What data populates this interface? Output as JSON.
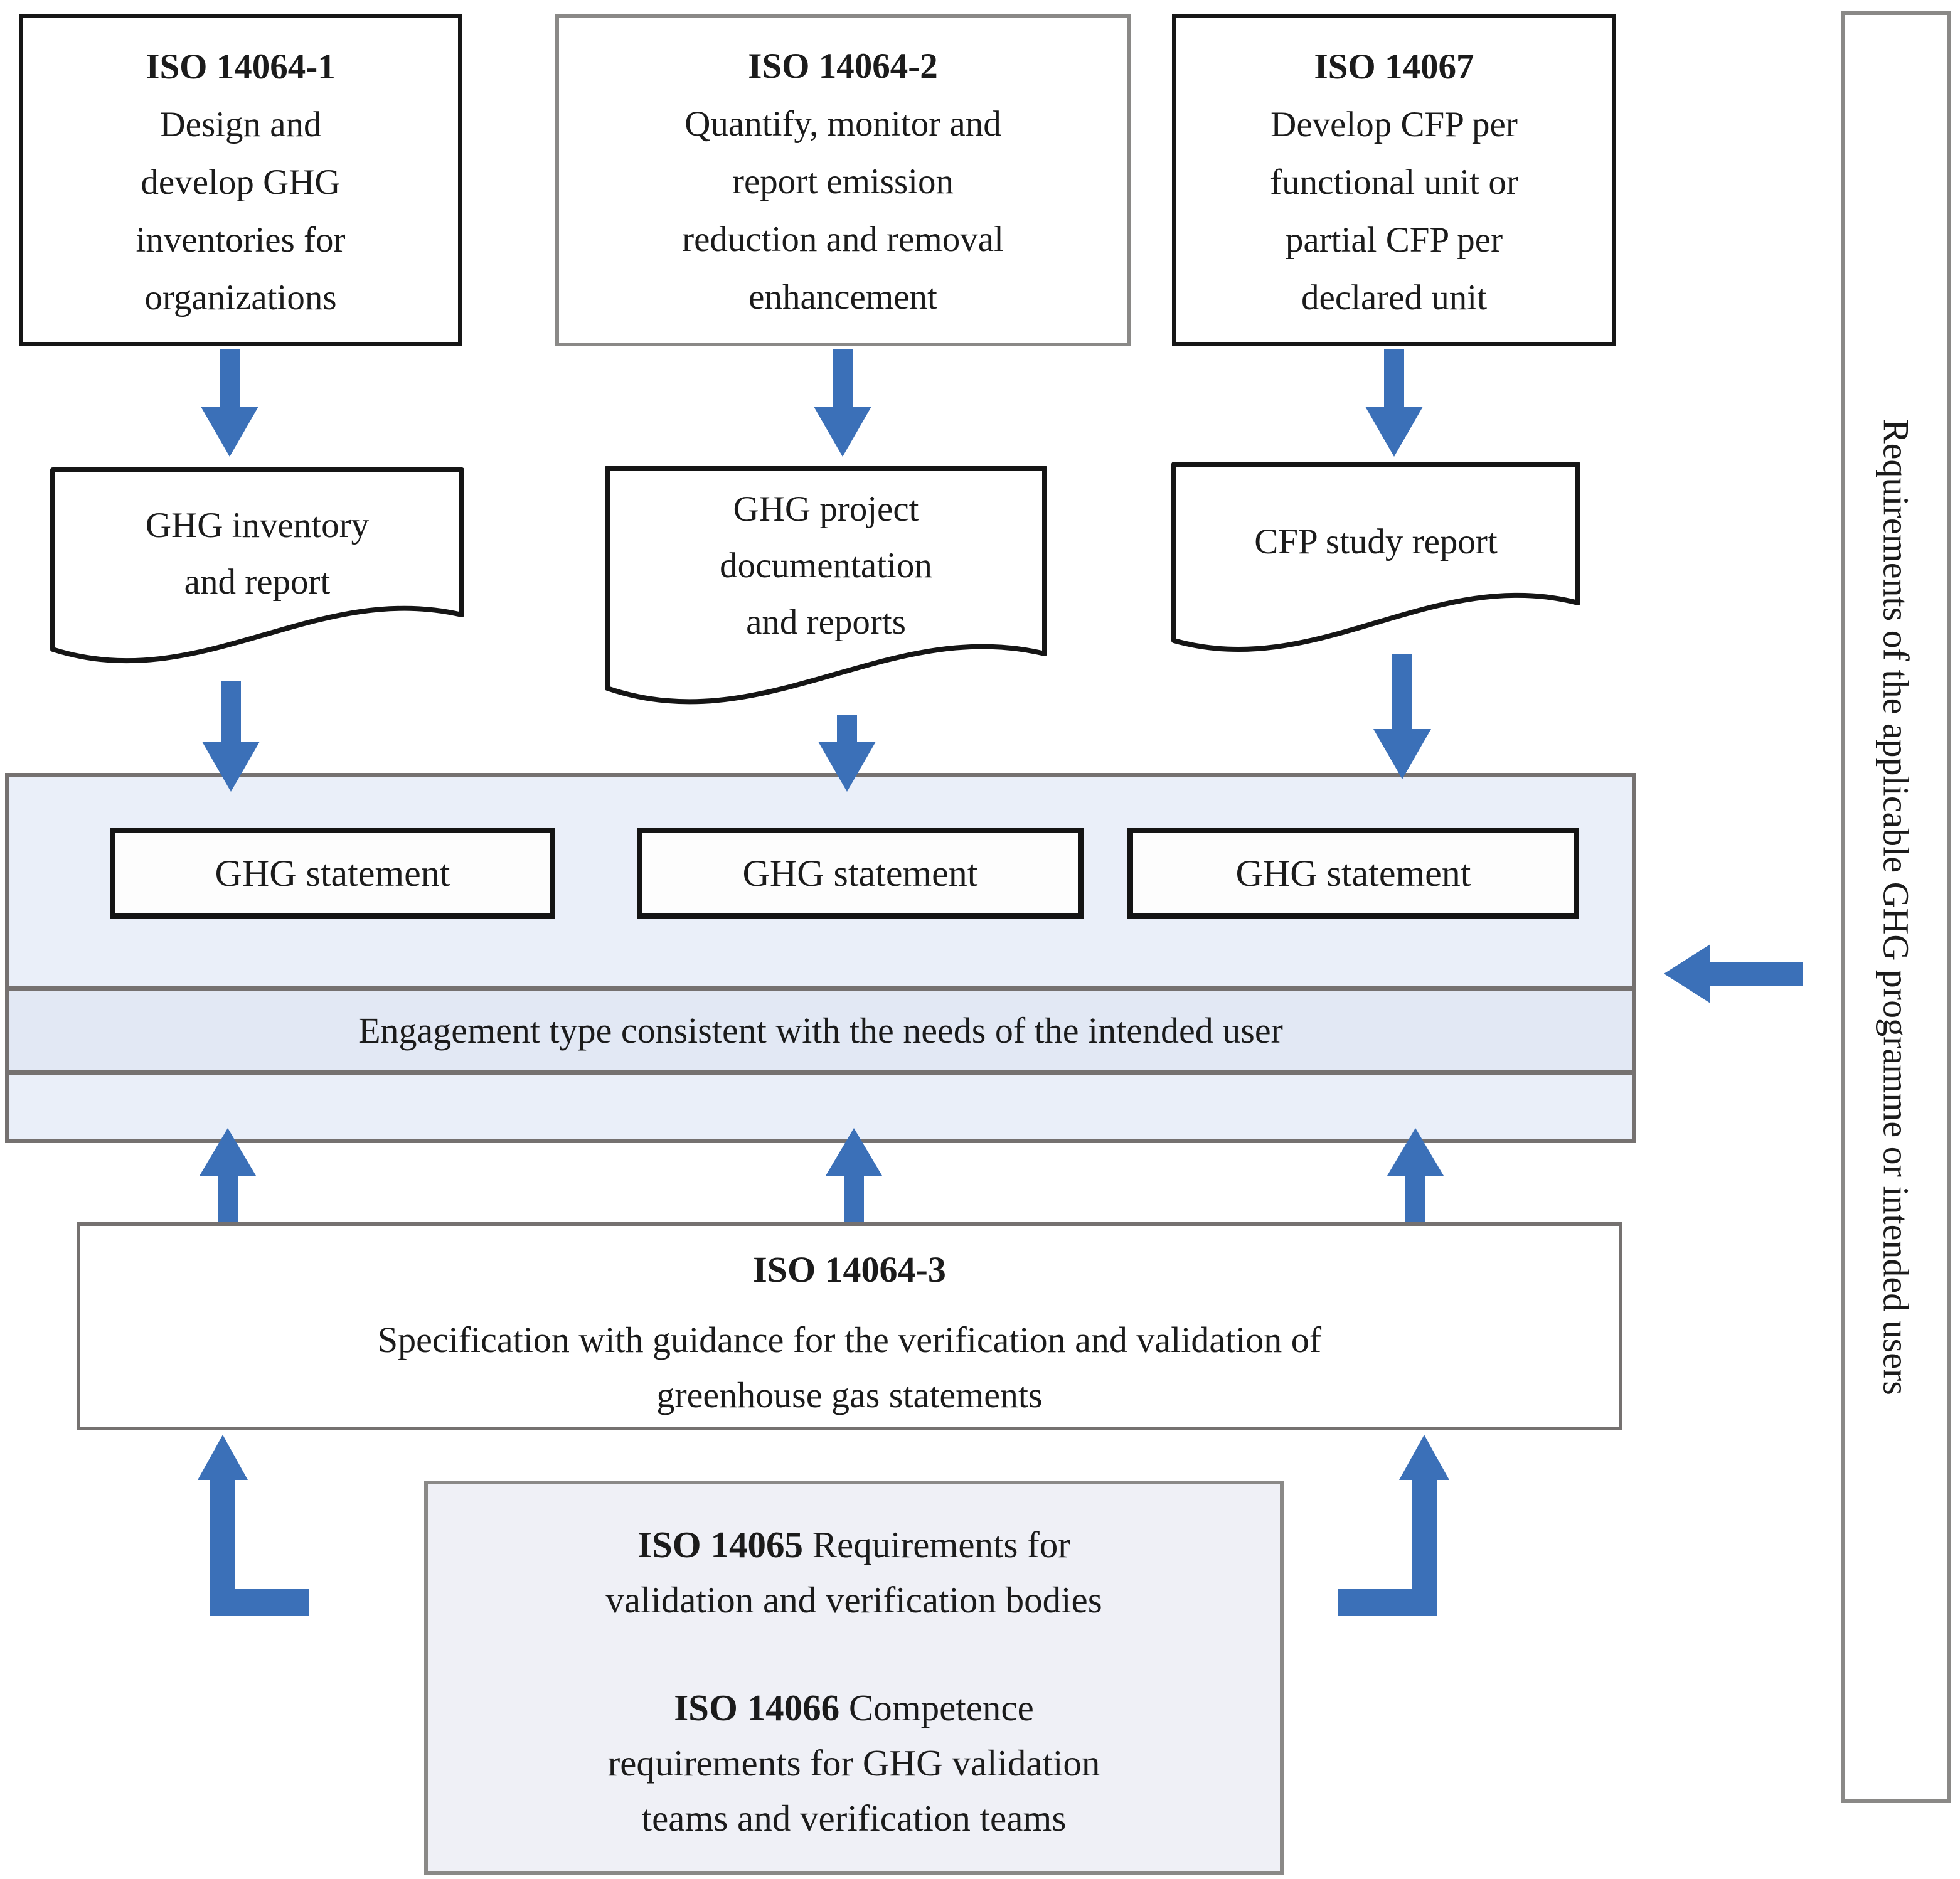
{
  "standards": [
    {
      "title": "ISO 14064-1",
      "lines": [
        "Design and",
        "develop GHG",
        "inventories for",
        "organizations"
      ]
    },
    {
      "title": "ISO 14064-2",
      "lines": [
        "Quantify, monitor and",
        "report emission",
        "reduction and removal",
        "enhancement"
      ]
    },
    {
      "title": "ISO 14067",
      "lines": [
        "Develop CFP per",
        "functional unit or",
        "partial CFP per",
        "declared unit"
      ]
    }
  ],
  "documents": [
    {
      "lines": [
        "GHG inventory",
        "and report"
      ]
    },
    {
      "lines": [
        "GHG project",
        "documentation",
        "and reports"
      ]
    },
    {
      "lines": [
        "CFP study report"
      ]
    }
  ],
  "statements": [
    "GHG statement",
    "GHG statement",
    "GHG statement"
  ],
  "engagement_band": "Engagement type consistent with the needs of the intended user",
  "verification": {
    "title": "ISO 14064-3",
    "lines": [
      "Specification with guidance for the verification and validation of",
      "greenhouse gas statements"
    ]
  },
  "bodies": [
    {
      "code": "ISO 14065",
      "rest": "Requirements for",
      "lines": [
        "validation and verification bodies"
      ]
    },
    {
      "code": "ISO 14066",
      "rest": "Competence",
      "lines": [
        "requirements for GHG validation",
        "teams and verification teams"
      ]
    }
  ],
  "side_note": "Requirements of the applicable GHG programme or intended users",
  "colors": {
    "arrow_blue": "#3b70b8",
    "panel_fill": "#eaeff9",
    "band_fill": "#e2e8f4",
    "bodies_box_fill": "#eff0f6",
    "border_gray": "#757170",
    "border_black": "#161616"
  }
}
